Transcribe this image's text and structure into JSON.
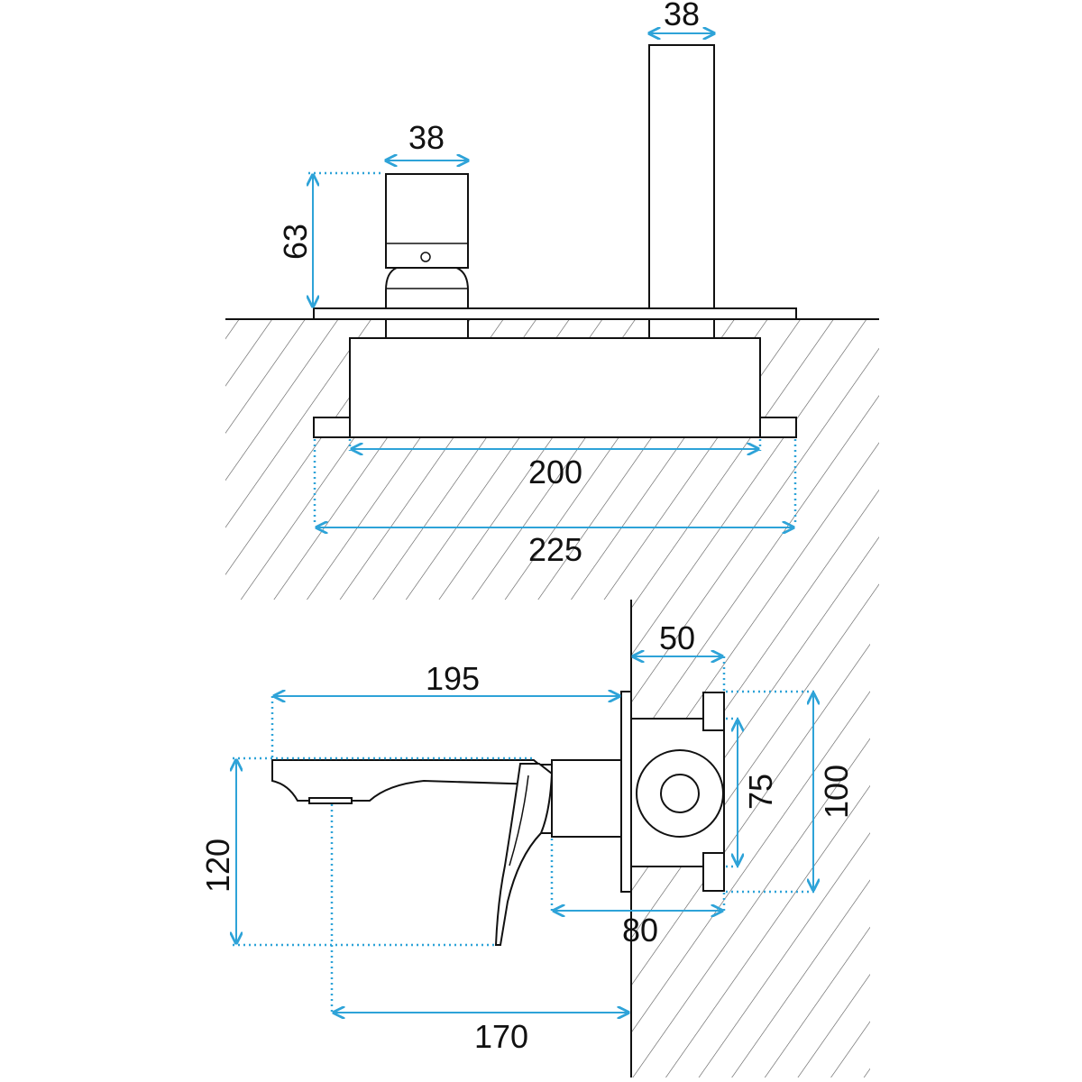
{
  "colors": {
    "dimension": "#2ea3d8",
    "outline": "#111111",
    "background": "#ffffff"
  },
  "top_view": {
    "dim_handle_width": "38",
    "dim_spout_width": "38",
    "dim_handle_height": "63",
    "dim_box_inner": "200",
    "dim_box_outer": "225"
  },
  "side_view": {
    "dim_spout_length": "195",
    "dim_depth_50": "50",
    "dim_height_75": "75",
    "dim_height_100": "100",
    "dim_total_height": "120",
    "dim_box_depth": "80",
    "dim_spout_reach": "170"
  }
}
